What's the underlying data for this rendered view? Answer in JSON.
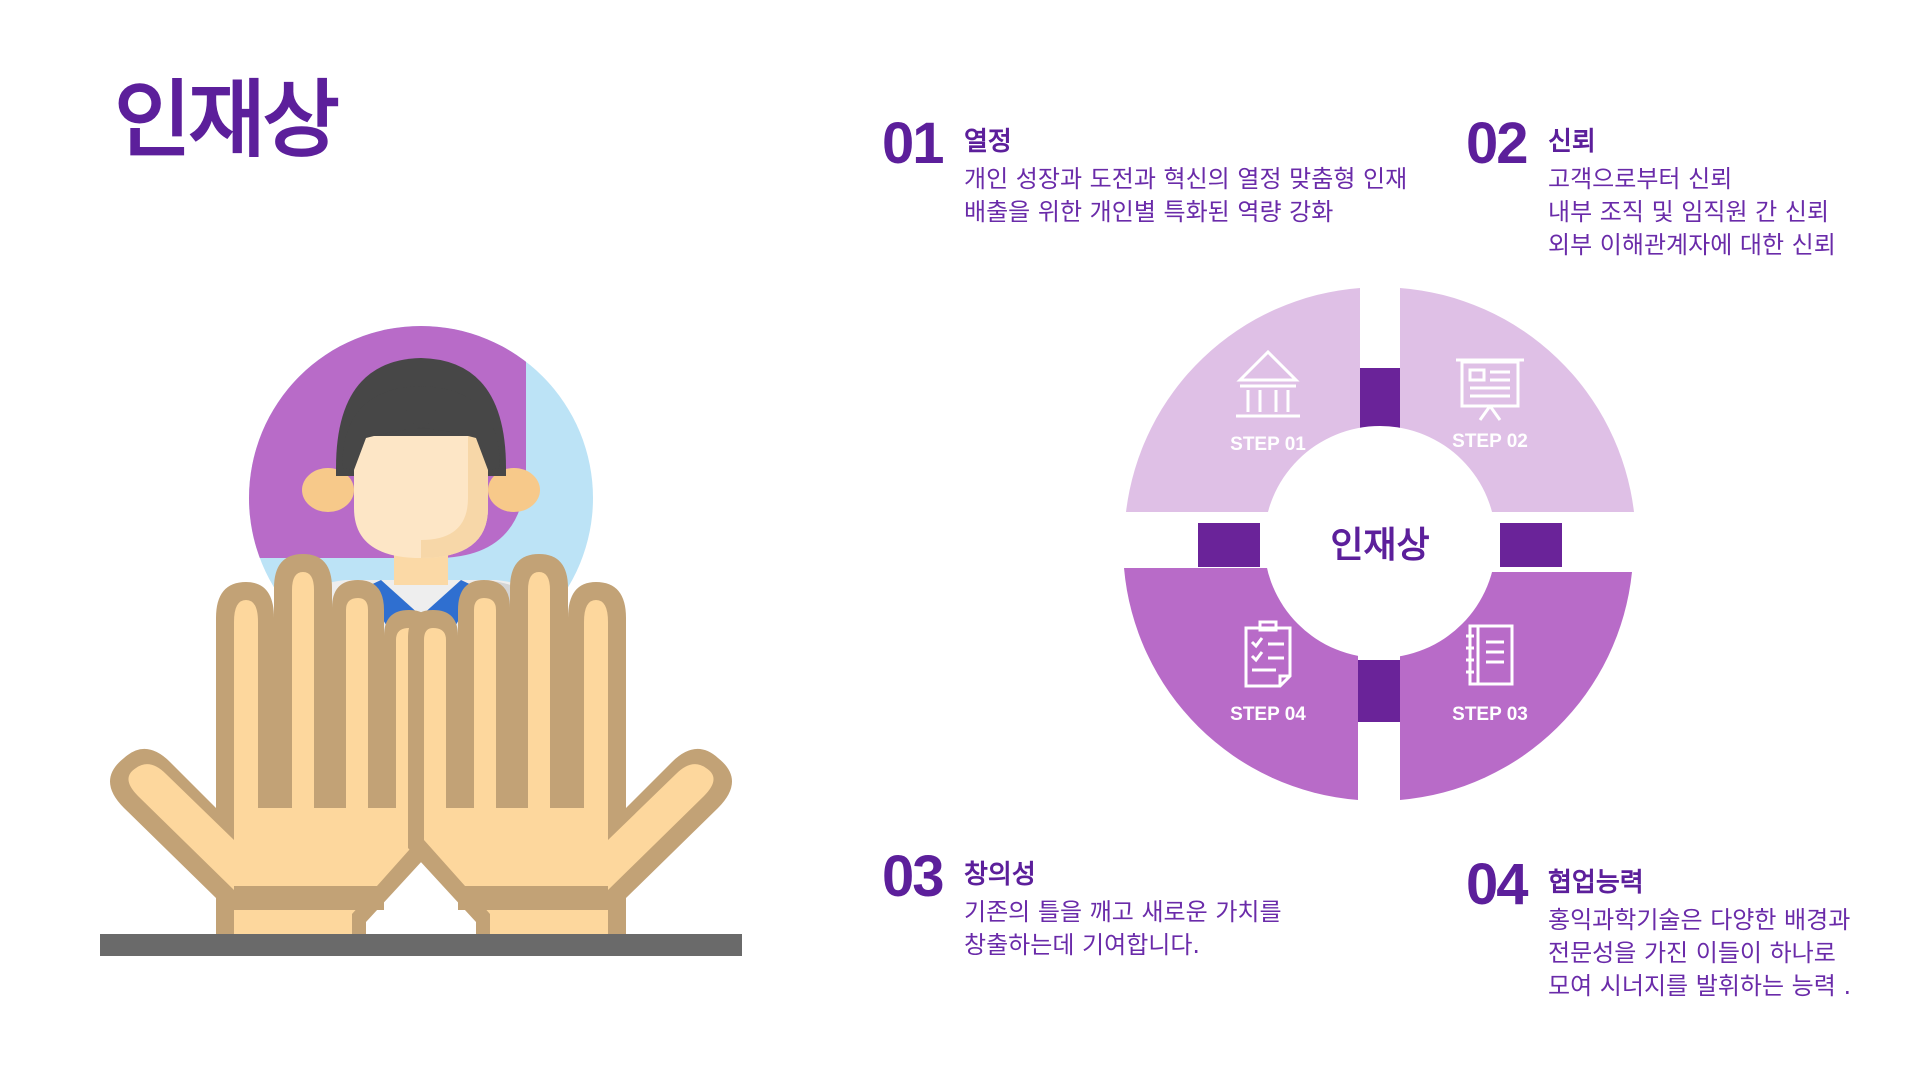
{
  "page": {
    "title": "인재상"
  },
  "colors": {
    "primary": "#5c1f9b",
    "text": "#6a2ba9",
    "step_light": "#dfc0e6",
    "step_medium": "#b86bc8",
    "connector": "#6a2399"
  },
  "items": [
    {
      "number": "01",
      "heading": "열정",
      "lines": [
        "개인 성장과 도전과 혁신의 열정 맞춤형 인재",
        "배출을 위한 개인별 특화된 역량 강화"
      ]
    },
    {
      "number": "02",
      "heading": "신뢰",
      "lines": [
        "고객으로부터 신뢰",
        "내부 조직 및 임직원 간 신뢰",
        "외부 이해관계자에 대한 신뢰"
      ]
    },
    {
      "number": "03",
      "heading": "창의성",
      "lines": [
        "기존의 틀을 깨고 새로운 가치를",
        "창출하는데 기여합니다."
      ]
    },
    {
      "number": "04",
      "heading": "협업능력",
      "lines": [
        "홍익과학기술은 다양한 배경과",
        "전문성을 가진 이들이 하나로",
        "모여 시너지를 발휘하는 능력 ."
      ]
    }
  ],
  "diagram": {
    "center_label": "인재상",
    "steps": [
      {
        "label": "STEP 01",
        "icon": "bank-icon"
      },
      {
        "label": "STEP 02",
        "icon": "presentation-board-icon"
      },
      {
        "label": "STEP 03",
        "icon": "notebook-icon"
      },
      {
        "label": "STEP 04",
        "icon": "checklist-icon"
      }
    ]
  }
}
